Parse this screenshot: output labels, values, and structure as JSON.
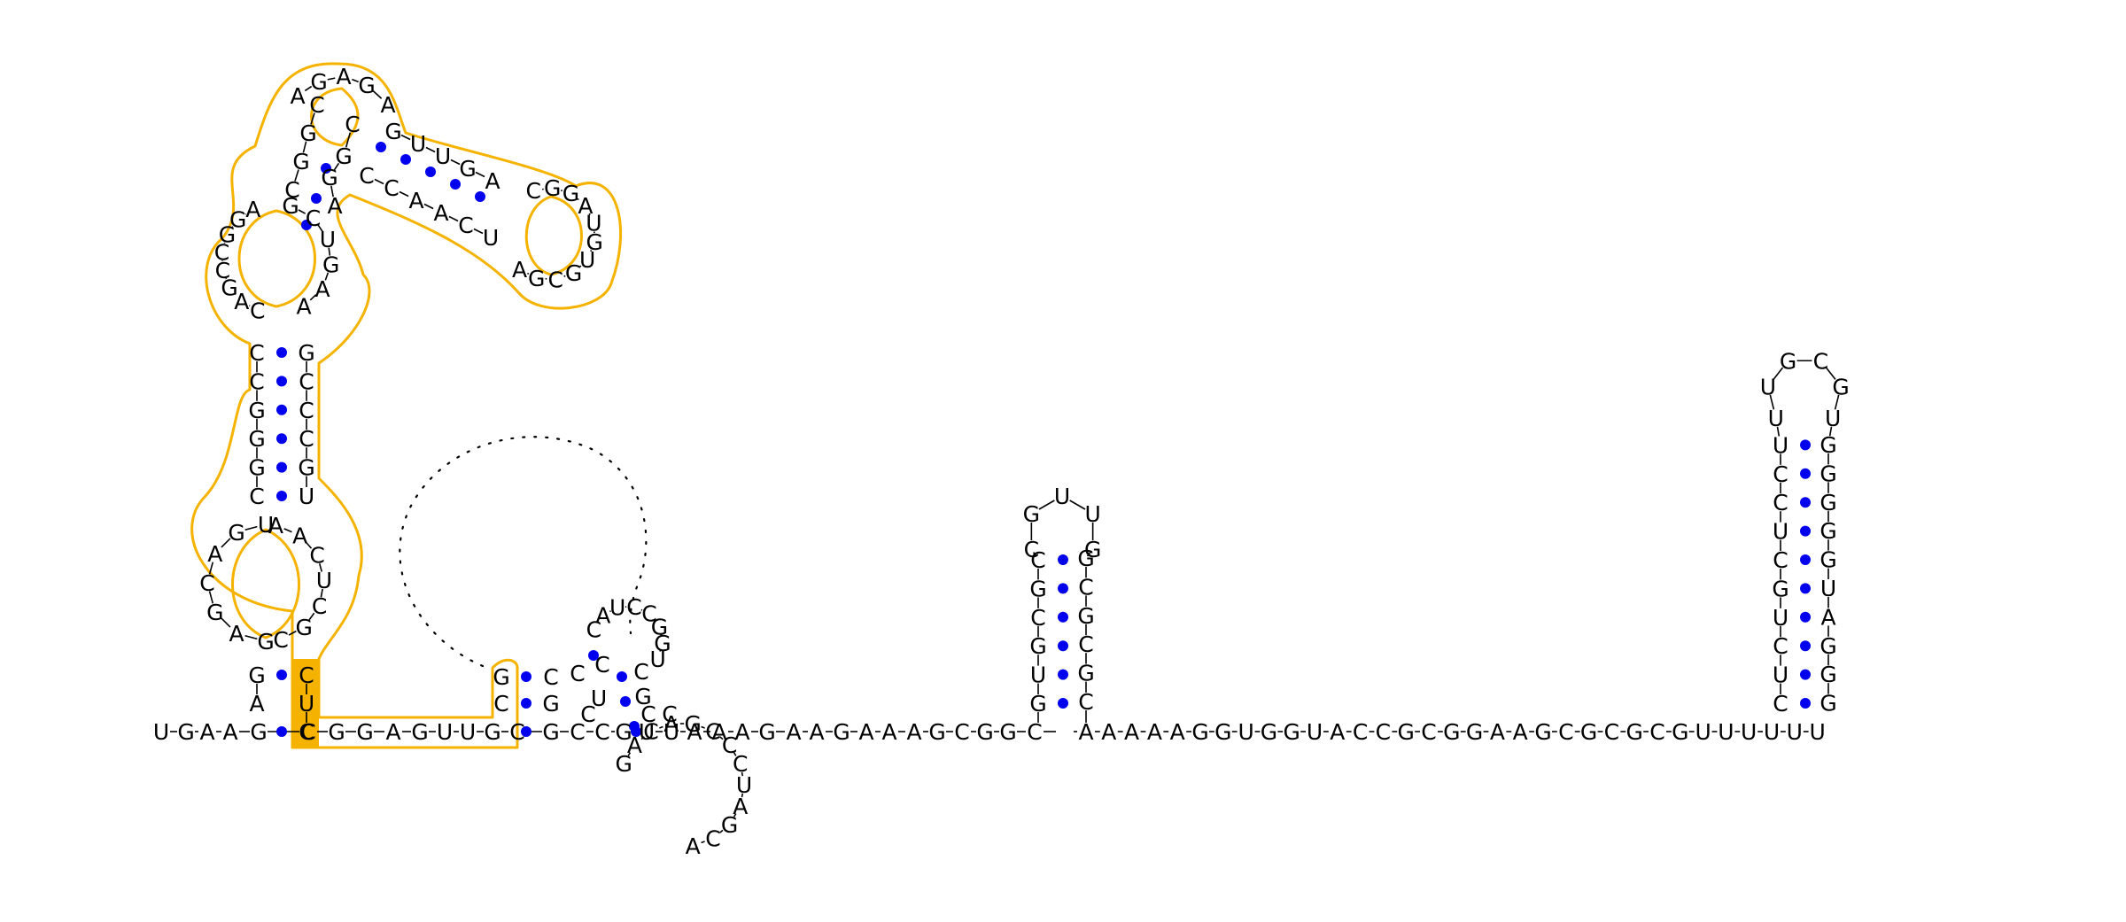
{
  "colors": {
    "highlight": "#f5b300",
    "highlight_fill": "#f5b300",
    "pair_dot": "#0000ee",
    "text": "#000000"
  },
  "structure": {
    "main_strand": "UGAAGCGGAGUUGCGCCGUUAAAGAAGAAAGCGGCAAAAAGGUGGUACCGCGGAAGCGCGCGUUUUUU",
    "left_domain": {
      "stem_5prime": "AG",
      "stem_3prime": "CUC",
      "left_loop_strand": "GAGCAGUAC",
      "mid_stem_5prime": "CGGGCC",
      "mid_stem_3prime": "GCCCGU",
      "upper_loop_left": "CAGCCGGA",
      "upper_loop_right": "AAGUCG",
      "top_stem_5prime": "CGGC",
      "top_loop": "AGAGA",
      "arm_stem_5prime": "GUUGA",
      "arm_stem_3prime": "CCAACU",
      "arm_loop": "CGGAUGUGCGA"
    },
    "small_junction": {
      "inner_loop": "CAUCCGGU",
      "lower_loop": "GACAGCCCUAGCA"
    },
    "hairpin1": {
      "stem_5prime": "GUGCGC",
      "loop": "CGUUG",
      "stem_3prime": "GCGCGC"
    },
    "hairpin2": {
      "stem_5prime": "CUCUGCUCCU",
      "loop": "UUGCGU",
      "stem_3prime": "GGGGGUAGGG"
    }
  }
}
